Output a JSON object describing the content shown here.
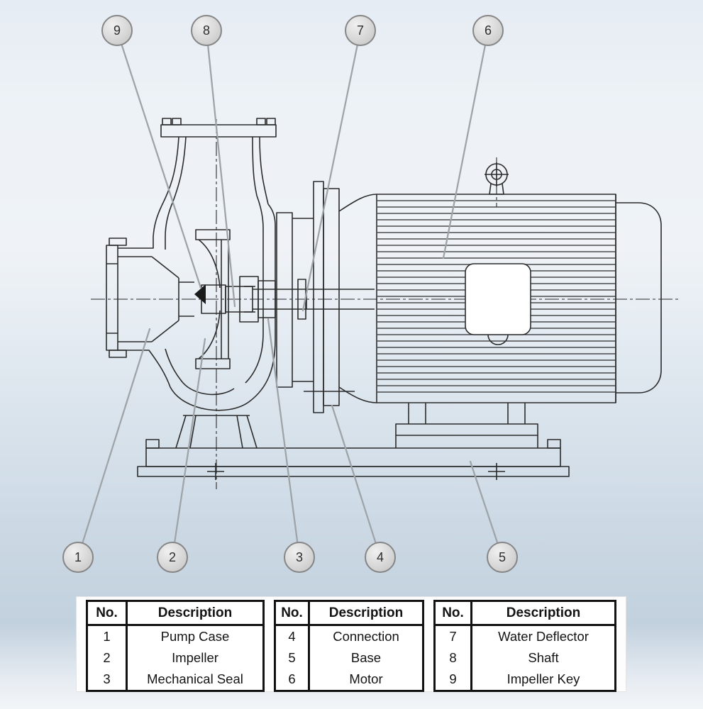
{
  "callouts": {
    "top": [
      "9",
      "8",
      "7",
      "6"
    ],
    "bottom": [
      "1",
      "2",
      "3",
      "4",
      "5"
    ]
  },
  "parts_tables": [
    {
      "headers": {
        "no": "No.",
        "description": "Description"
      },
      "rows": [
        {
          "no": "1",
          "description": "Pump Case"
        },
        {
          "no": "2",
          "description": "Impeller"
        },
        {
          "no": "3",
          "description": "Mechanical Seal"
        }
      ]
    },
    {
      "headers": {
        "no": "No.",
        "description": "Description"
      },
      "rows": [
        {
          "no": "4",
          "description": "Connection"
        },
        {
          "no": "5",
          "description": "Base"
        },
        {
          "no": "6",
          "description": "Motor"
        }
      ]
    },
    {
      "headers": {
        "no": "No.",
        "description": "Description"
      },
      "rows": [
        {
          "no": "7",
          "description": "Water Deflector"
        },
        {
          "no": "8",
          "description": "Shaft"
        },
        {
          "no": "9",
          "description": "Impeller Key"
        }
      ]
    }
  ],
  "colors": {
    "background_top": "#e6ecf3",
    "background_bottom": "#c2d1de",
    "drawing_line": "#2b2b2b",
    "leader_line": "#9ea4a8",
    "callout_fill": "#d8d8d8",
    "callout_border": "#868686",
    "table_border": "#121212"
  }
}
